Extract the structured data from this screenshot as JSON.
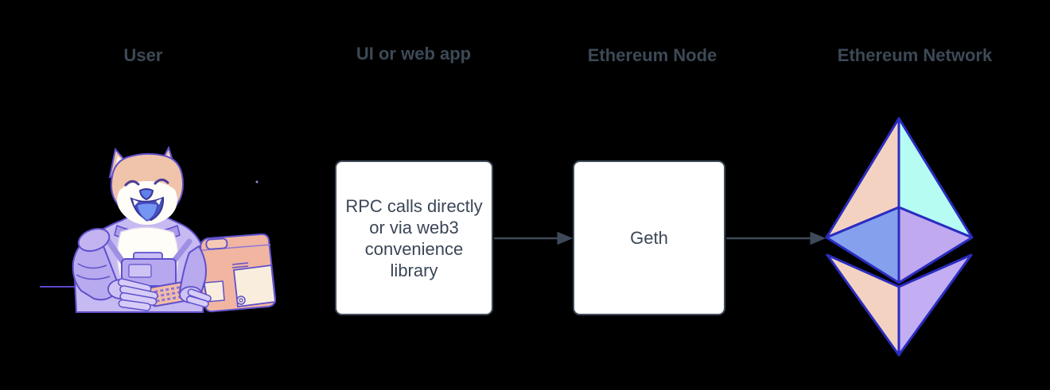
{
  "diagram": {
    "background": "#000000",
    "columns": [
      {
        "id": "user",
        "label": "User"
      },
      {
        "id": "ui",
        "label": "UI or web app"
      },
      {
        "id": "node",
        "label": "Ethereum Node"
      },
      {
        "id": "network",
        "label": "Ethereum Network"
      }
    ],
    "boxes": [
      {
        "id": "rpc",
        "text": "RPC calls directly or via web3 convenience library"
      },
      {
        "id": "geth",
        "text": "Geth"
      }
    ],
    "icons": [
      {
        "name": "doge-astronaut-illustration",
        "meaning": "shiba-inu in space suit typing on retro computer"
      },
      {
        "name": "ethereum-logo-icon",
        "meaning": "ethereum octahedron logo"
      },
      {
        "name": "flow-arrow",
        "meaning": "right-pointing connector arrow"
      }
    ],
    "colors": {
      "label_text": "#3d4956",
      "box_border": "#414c5b",
      "box_background": "#ffffff",
      "box_text": "#3b4656",
      "arrow": "#3e4a5a",
      "eth_outline": "#2a2cc0",
      "eth_peach": "#f4d2c2",
      "eth_cyan": "#b6fcf2",
      "eth_blue": "#85a0ec",
      "eth_lavender": "#c0a9ef",
      "illustration_outline": "#5e50cc",
      "suit_lavender": "#c7b9f2",
      "fur_peach": "#f0c3ab",
      "computer_peach": "#f1b5a2",
      "panel_cream": "#f9eedd",
      "tongue_blue": "#7495f2",
      "desk_line": "#5a48cc"
    }
  }
}
